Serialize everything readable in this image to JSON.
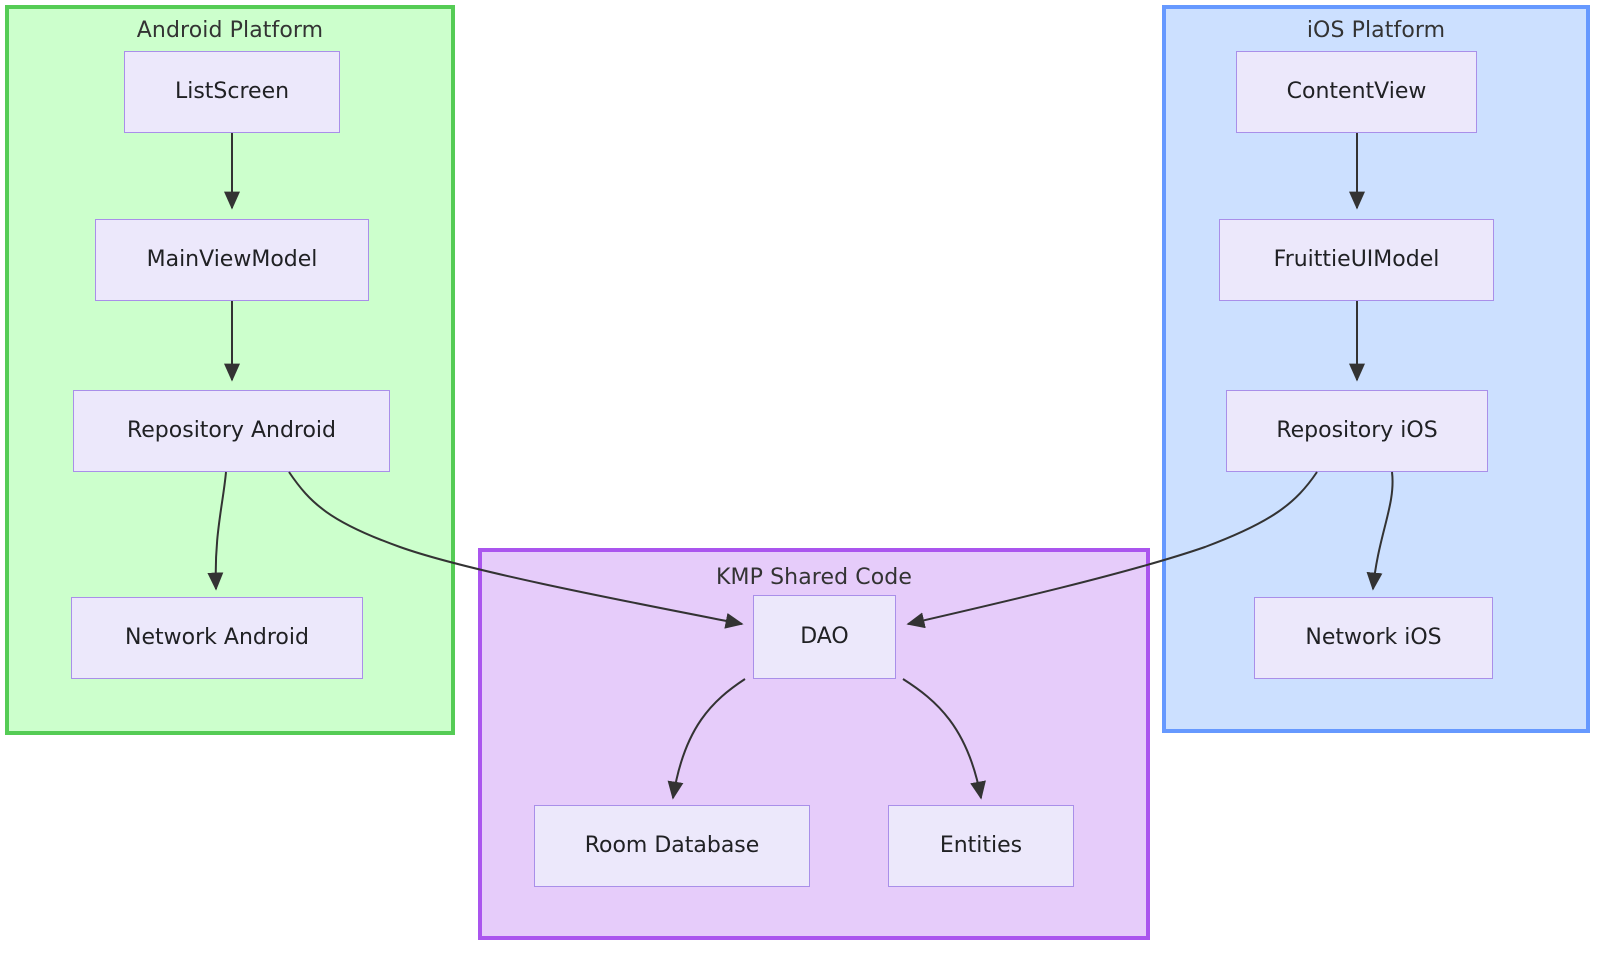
{
  "diagram": {
    "type": "architecture-flowchart",
    "direction": "top-down",
    "background_color": "#FFFFFF",
    "edge_color": "#333333",
    "node_fill": "#ECE8FB",
    "node_border": "#A98FE9",
    "node_text_color": "#202124"
  },
  "clusters": [
    {
      "id": "android",
      "title": "Android Platform",
      "fill": "#CCFFCC",
      "border": "#55CC55"
    },
    {
      "id": "kmp",
      "title": "KMP Shared Code",
      "fill": "#E6CCFA",
      "border": "#AA55EE"
    },
    {
      "id": "ios",
      "title": "iOS Platform",
      "fill": "#CCE0FF",
      "border": "#6699FF"
    }
  ],
  "nodes": {
    "list_screen": "ListScreen",
    "main_view_model": "MainViewModel",
    "repository_android": "Repository Android",
    "network_android": "Network Android",
    "content_view": "ContentView",
    "fruittie_ui_model": "FruittieUIModel",
    "repository_ios": "Repository iOS",
    "network_ios": "Network iOS",
    "dao": "DAO",
    "room_database": "Room Database",
    "entities": "Entities"
  },
  "edges": [
    {
      "from": "ListScreen",
      "to": "MainViewModel"
    },
    {
      "from": "MainViewModel",
      "to": "Repository Android"
    },
    {
      "from": "Repository Android",
      "to": "Network Android"
    },
    {
      "from": "Repository Android",
      "to": "DAO"
    },
    {
      "from": "ContentView",
      "to": "FruittieUIModel"
    },
    {
      "from": "FruittieUIModel",
      "to": "Repository iOS"
    },
    {
      "from": "Repository iOS",
      "to": "Network iOS"
    },
    {
      "from": "Repository iOS",
      "to": "DAO"
    },
    {
      "from": "DAO",
      "to": "Room Database"
    },
    {
      "from": "DAO",
      "to": "Entities"
    }
  ]
}
